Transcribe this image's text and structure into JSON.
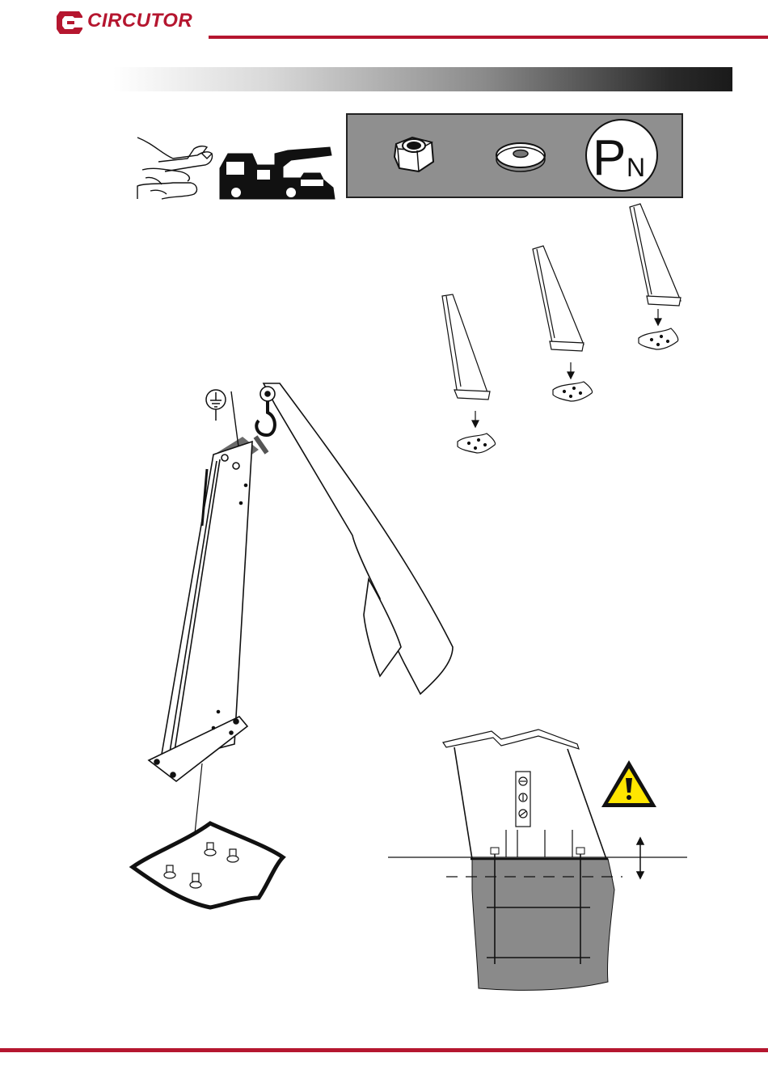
{
  "brand": {
    "logo_text": "CIRCUTOR",
    "brand_color": "#b5162f"
  },
  "header": {
    "banner_title": ""
  },
  "parts": {
    "items": [
      "nut-icon",
      "washer-icon",
      "torque-pn-icon"
    ],
    "torque_symbol_main": "P",
    "torque_symbol_sub": "N"
  },
  "tools": [
    "hand-wrench-icon",
    "crane-truck-icon"
  ],
  "warning": {
    "icon": "warning-triangle-icon",
    "color": "#ffe600"
  },
  "ground_symbol": "earth-ground-icon",
  "colors": {
    "foundation_fill": "#8a8a8a",
    "ink": "#1a1a1a"
  }
}
